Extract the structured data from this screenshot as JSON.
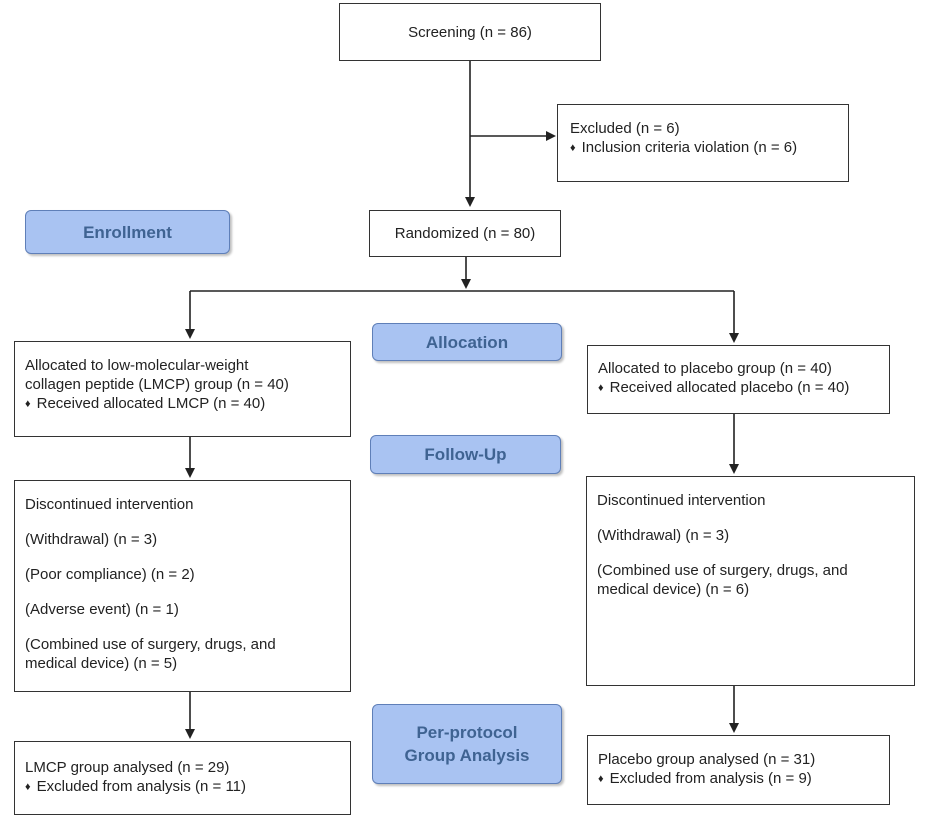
{
  "screening": "Screening (n = 86)",
  "excluded": {
    "title": "Excluded (n = 6)",
    "reason": "Inclusion criteria violation (n = 6)"
  },
  "randomized": "Randomized (n = 80)",
  "stages": {
    "enrollment": "Enrollment",
    "allocation": "Allocation",
    "follow_up": "Follow-Up",
    "analysis_line1": "Per-protocol",
    "analysis_line2": "Group Analysis"
  },
  "lmcp": {
    "allocated_line1": "Allocated to low-molecular-weight",
    "allocated_line2": "collagen peptide (LMCP) group (n = 40)",
    "received": "Received allocated LMCP (n = 40)",
    "discontinued_title": "Discontinued intervention",
    "withdrawal": "(Withdrawal) (n = 3)",
    "poor_compliance": "(Poor compliance) (n = 2)",
    "adverse_event": "(Adverse event) (n = 1)",
    "combined_line1": "(Combined use of surgery, drugs, and",
    "combined_line2": "medical device) (n = 5)",
    "analysed": "LMCP group analysed (n = 29)",
    "excluded": "Excluded from analysis (n = 11)"
  },
  "placebo": {
    "allocated": "Allocated to placebo group (n = 40)",
    "received": "Received allocated placebo (n = 40)",
    "discontinued_title": "Discontinued intervention",
    "withdrawal": "(Withdrawal) (n = 3)",
    "combined_line1": "(Combined use of surgery, drugs, and",
    "combined_line2": "medical device) (n = 6)",
    "analysed": "Placebo group analysed (n = 31)",
    "excluded": "Excluded from analysis (n = 9)"
  },
  "colors": {
    "stage_fill": "#a9c3f2",
    "stage_text": "#3f6392",
    "line": "#222222"
  }
}
